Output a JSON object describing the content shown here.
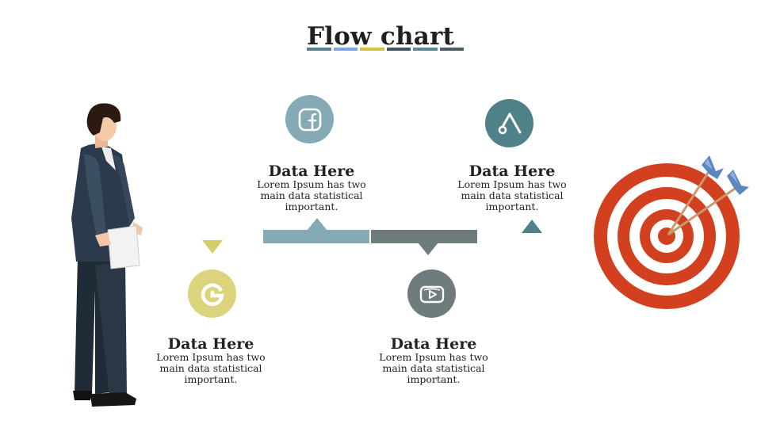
{
  "title": "Flow chart",
  "title_bar_colors": [
    "#57808f",
    "#79a8e0",
    "#d5c244",
    "#41565f",
    "#5b8a97",
    "#4d5e63"
  ],
  "colors": {
    "google": "#dcd47c",
    "facebook": "#86aab5",
    "youtube": "#6e7c7e",
    "adobe": "#4f8189",
    "bar_left": "#86aab5",
    "bar_right": "#6e7c7e",
    "marker_google": "#d6cd6a",
    "marker_adobe": "#4f8189"
  },
  "steps": [
    {
      "id": "google",
      "icon": "google-icon",
      "heading": "Data Here",
      "text": "Lorem Ipsum has two main data statistical important."
    },
    {
      "id": "facebook",
      "icon": "facebook-icon",
      "heading": "Data Here",
      "text": "Lorem Ipsum has two main data statistical important."
    },
    {
      "id": "youtube",
      "icon": "youtube-icon",
      "heading": "Data Here",
      "text": "Lorem Ipsum has two main data statistical important."
    },
    {
      "id": "adobe",
      "icon": "adobe-icon",
      "heading": "Data Here",
      "text": "Lorem Ipsum has two main data statistical important."
    }
  ],
  "illustrations": [
    "businessman-illustration",
    "target-with-arrows-illustration"
  ]
}
